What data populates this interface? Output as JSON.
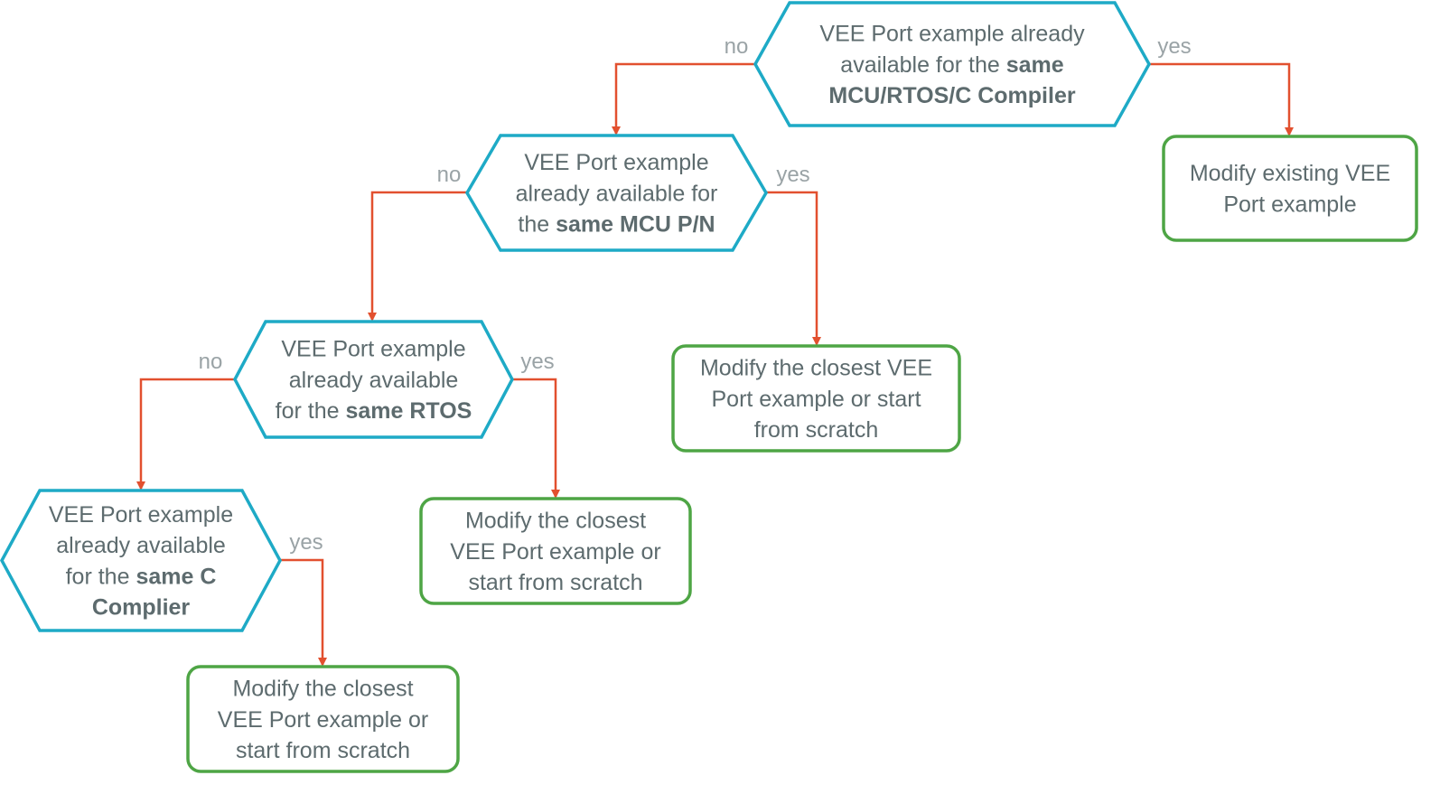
{
  "colors": {
    "decision_stroke": "#1eaac6",
    "action_stroke": "#4ea545",
    "arrow": "#e2502f",
    "text": "#5d6b6e",
    "label": "#9aa3a6"
  },
  "decisions": [
    {
      "id": "d1",
      "lines": [
        [
          {
            "t": "VEE Port example already",
            "b": false
          }
        ],
        [
          {
            "t": "available for the ",
            "b": false
          },
          {
            "t": "same",
            "b": true
          }
        ],
        [
          {
            "t": "MCU/RTOS/C Compiler",
            "b": true
          }
        ]
      ]
    },
    {
      "id": "d2",
      "lines": [
        [
          {
            "t": "VEE Port example",
            "b": false
          }
        ],
        [
          {
            "t": "already available for",
            "b": false
          }
        ],
        [
          {
            "t": "the ",
            "b": false
          },
          {
            "t": "same MCU P/N",
            "b": true
          }
        ]
      ]
    },
    {
      "id": "d3",
      "lines": [
        [
          {
            "t": "VEE Port example",
            "b": false
          }
        ],
        [
          {
            "t": "already available",
            "b": false
          }
        ],
        [
          {
            "t": "for the ",
            "b": false
          },
          {
            "t": "same RTOS",
            "b": true
          }
        ]
      ]
    },
    {
      "id": "d4",
      "lines": [
        [
          {
            "t": "VEE Port example",
            "b": false
          }
        ],
        [
          {
            "t": "already available",
            "b": false
          }
        ],
        [
          {
            "t": "for the ",
            "b": false
          },
          {
            "t": "same C",
            "b": true
          }
        ],
        [
          {
            "t": "Complier",
            "b": true
          }
        ]
      ]
    }
  ],
  "actions": [
    {
      "id": "a1",
      "lines": [
        [
          {
            "t": "Modify existing VEE",
            "b": false
          }
        ],
        [
          {
            "t": "Port example",
            "b": false
          }
        ]
      ]
    },
    {
      "id": "a2",
      "lines": [
        [
          {
            "t": "Modify the closest VEE",
            "b": false
          }
        ],
        [
          {
            "t": "Port example or start",
            "b": false
          }
        ],
        [
          {
            "t": "from scratch",
            "b": false
          }
        ]
      ]
    },
    {
      "id": "a3",
      "lines": [
        [
          {
            "t": "Modify the closest",
            "b": false
          }
        ],
        [
          {
            "t": "VEE Port example or",
            "b": false
          }
        ],
        [
          {
            "t": "start from scratch",
            "b": false
          }
        ]
      ]
    },
    {
      "id": "a4",
      "lines": [
        [
          {
            "t": "Modify the closest",
            "b": false
          }
        ],
        [
          {
            "t": "VEE Port example or",
            "b": false
          }
        ],
        [
          {
            "t": "start from scratch",
            "b": false
          }
        ]
      ]
    }
  ],
  "edges": [
    {
      "id": "e1",
      "from": "d1",
      "to": "d2",
      "label": "no"
    },
    {
      "id": "e2",
      "from": "d1",
      "to": "a1",
      "label": "yes"
    },
    {
      "id": "e3",
      "from": "d2",
      "to": "d3",
      "label": "no"
    },
    {
      "id": "e4",
      "from": "d2",
      "to": "a2",
      "label": "yes"
    },
    {
      "id": "e5",
      "from": "d3",
      "to": "d4",
      "label": "no"
    },
    {
      "id": "e6",
      "from": "d3",
      "to": "a3",
      "label": "yes"
    },
    {
      "id": "e7",
      "from": "d4",
      "to": "a4",
      "label": "yes"
    }
  ]
}
